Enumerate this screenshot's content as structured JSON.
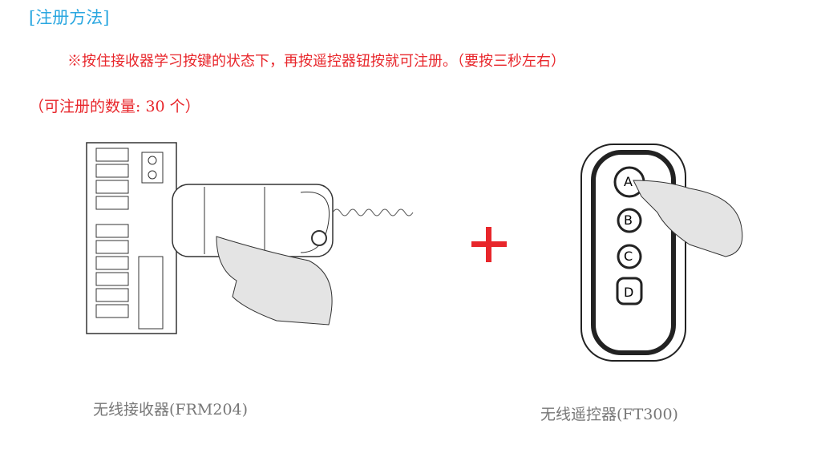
{
  "title": "[注册方法]",
  "instruction": "※按住接收器学习按键的状态下，再按遥控器钮按就可注册。（要按三秒左右）",
  "count_note": "（可注册的数量: 30 个）",
  "receiver": {
    "caption": "无线接收器(FRM204)"
  },
  "remote": {
    "caption": "无线遥控器(FT300)",
    "buttons": [
      "A",
      "B",
      "C",
      "D"
    ]
  },
  "colors": {
    "title": "#2aa7e0",
    "red": "#e8262b",
    "caption": "#777777"
  }
}
